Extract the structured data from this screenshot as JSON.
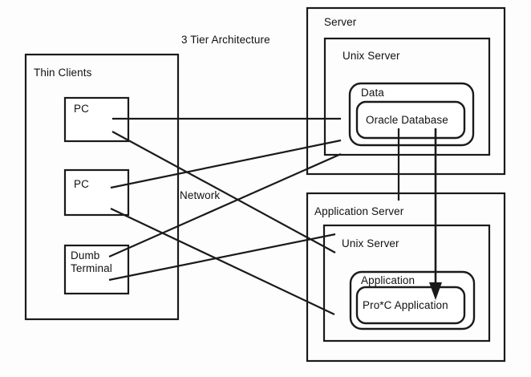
{
  "diagram": {
    "title": "3 Tier Architecture",
    "background_color": "#fdfdfd",
    "stroke_color": "#1a1a1a",
    "text_color": "#111111",
    "network_label": "Network",
    "tiers": {
      "client": {
        "group_label": "Thin Clients",
        "nodes": [
          {
            "label": "PC"
          },
          {
            "label": "PC"
          },
          {
            "label": "Dumb\nTerminal"
          }
        ]
      },
      "data_tier": {
        "group_label": "Server",
        "host_label": "Unix Server",
        "container_label": "Data",
        "component_label": "Oracle Database"
      },
      "app_tier": {
        "group_label": "Application Server",
        "host_label": "Unix Server",
        "container_label": "Application",
        "component_label": "Pro*C Application"
      }
    },
    "connections": [
      {
        "from": "pc-1",
        "to": "server",
        "kind": "network-link"
      },
      {
        "from": "pc-1",
        "to": "application-server",
        "kind": "network-link"
      },
      {
        "from": "pc-2",
        "to": "server",
        "kind": "network-link"
      },
      {
        "from": "pc-2",
        "to": "application-server",
        "kind": "network-link"
      },
      {
        "from": "dumb-terminal",
        "to": "server",
        "kind": "network-link"
      },
      {
        "from": "dumb-terminal",
        "to": "application-server",
        "kind": "network-link"
      },
      {
        "from": "oracle-database",
        "to": "network",
        "kind": "network-link"
      },
      {
        "from": "oracle-database",
        "to": "pro-c-application",
        "kind": "directed-arrow"
      }
    ]
  }
}
